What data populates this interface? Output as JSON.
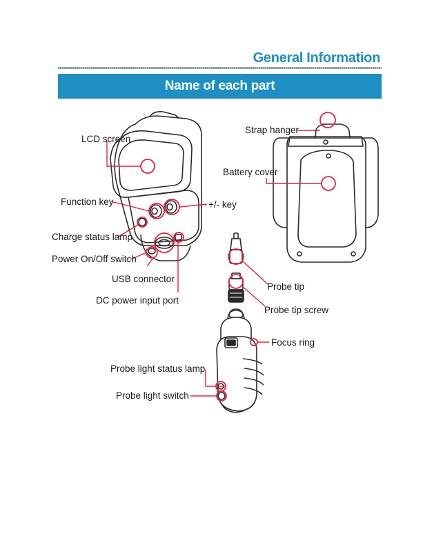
{
  "header": {
    "section_title": "General Information",
    "banner_title": "Name of each part"
  },
  "labels": {
    "lcd_screen": "LCD screen",
    "function_key": "Function key",
    "charge_status_lamp": "Charge status lamp",
    "power_switch": "Power On/Off switch",
    "usb_connector": "USB connector",
    "dc_power_port": "DC power input port",
    "plus_minus_key": "+/- key",
    "strap_hanger": "Strap hanger",
    "battery_cover": "Battery cover",
    "probe_tip": "Probe tip",
    "probe_tip_screw": "Probe tip screw",
    "focus_ring": "Focus ring",
    "probe_light_status_lamp": "Probe light status lamp",
    "probe_light_switch": "Probe light switch"
  },
  "colors": {
    "accent": "#1d8fc3",
    "callout": "#e8213a",
    "outline": "#2a2a2a"
  }
}
